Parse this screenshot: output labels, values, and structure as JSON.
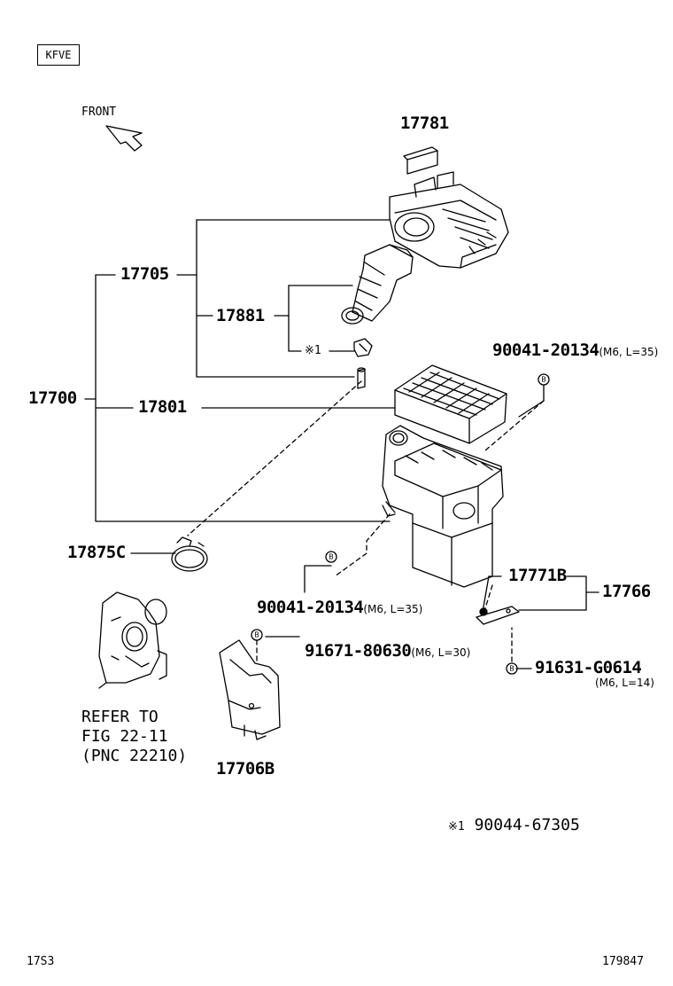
{
  "header": {
    "engine_code": "KFVE",
    "direction": "FRONT"
  },
  "parts": {
    "p17781": "17781",
    "p17705": "17705",
    "p17881": "17881",
    "p17700": "17700",
    "p17801": "17801",
    "p17875c": "17875C",
    "p17771b": "17771B",
    "p17766": "17766",
    "p17706b": "17706B"
  },
  "bolts": {
    "b1_pn": "90041-20134",
    "b1_spec": "(M6, L=35)",
    "b2_pn": "90041-20134",
    "b2_spec": "(M6, L=35)",
    "b3_pn": "91671-80630",
    "b3_spec": "(M6, L=30)",
    "b4_pn": "91631-G0614",
    "b4_spec": "(M6, L=14)",
    "marker": "B"
  },
  "notes": {
    "star_ref": "※1",
    "star_note_mark": "※1",
    "star_note_pn": "90044-67305",
    "refer_line1": "REFER TO",
    "refer_line2": "FIG 22-11",
    "refer_line3": "(PNC 22210)"
  },
  "footer": {
    "left": "17S3",
    "right": "179847"
  }
}
